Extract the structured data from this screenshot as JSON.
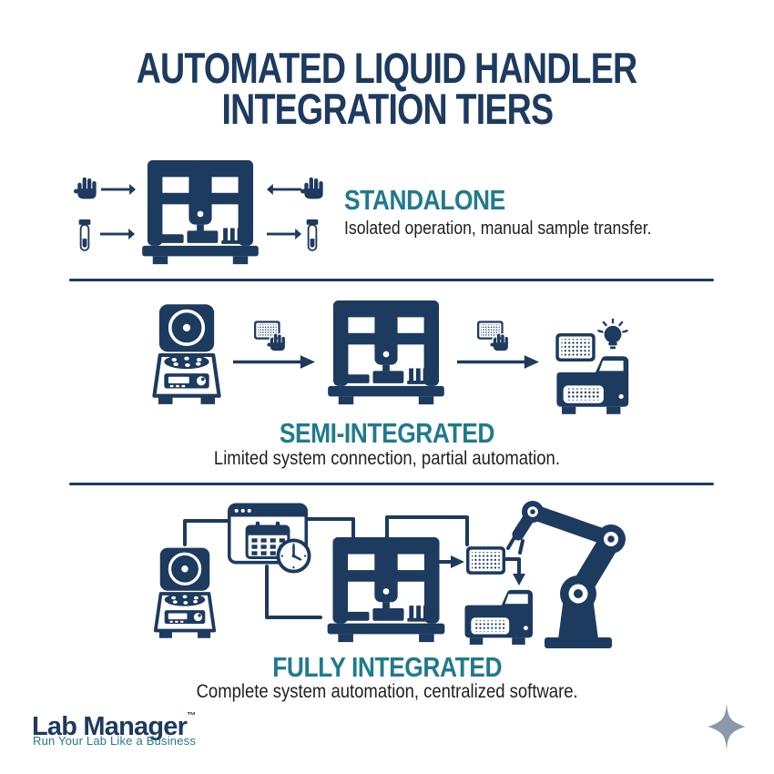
{
  "title": {
    "line1": "AUTOMATED LIQUID HANDLER",
    "line2": "INTEGRATION TIERS"
  },
  "colors": {
    "navy": "#1d3a5f",
    "teal": "#1f7b8c",
    "body_text": "#1f1f1f",
    "sparkle": "#8b99a9",
    "background": "#ffffff"
  },
  "tiers": [
    {
      "name": "STANDALONE",
      "description": "Isolated operation, manual sample transfer.",
      "icons": [
        "hand-icon",
        "arrow-icon",
        "test-tube-icon",
        "liquid-handler-icon"
      ]
    },
    {
      "name": "SEMI-INTEGRATED",
      "description": "Limited system connection, partial automation.",
      "icons": [
        "centrifuge-icon",
        "microplate-hand-icon",
        "arrow-icon",
        "liquid-handler-icon",
        "plate-reader-icon",
        "microplate-icon",
        "lightbulb-icon"
      ]
    },
    {
      "name": "FULLY INTEGRATED",
      "description": "Complete system automation, centralized software.",
      "icons": [
        "centrifuge-icon",
        "scheduler-window-icon",
        "calendar-icon",
        "clock-icon",
        "connector-lines",
        "liquid-handler-icon",
        "microplate-icon",
        "plate-reader-icon",
        "robot-arm-icon"
      ]
    }
  ],
  "footer": {
    "brand": "Lab Manager",
    "trademark": "™",
    "tagline": "Run Your Lab Like a Business"
  },
  "decor": {
    "sparkle": "four-point-star"
  }
}
